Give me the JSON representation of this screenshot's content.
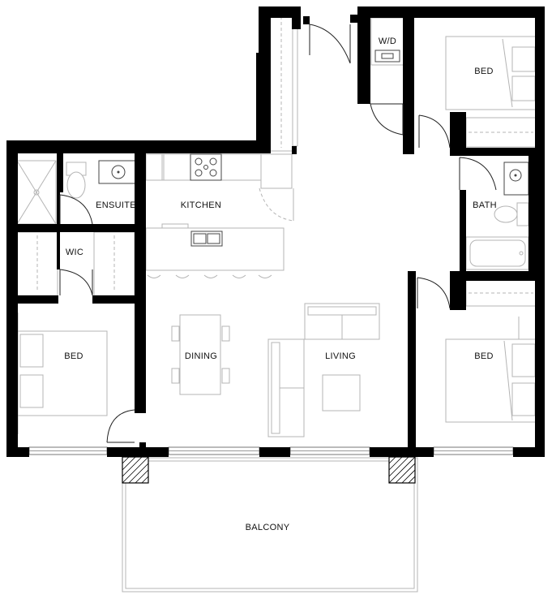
{
  "rooms": {
    "wd": "W/D",
    "bed_top_right": "BED",
    "ensuite": "ENSUITE",
    "kitchen": "KITCHEN",
    "bath": "BATH",
    "wic": "WIC",
    "bed_left": "BED",
    "dining": "DINING",
    "living": "LIVING",
    "bed_bottom_right": "BED",
    "balcony": "BALCONY"
  },
  "colors": {
    "wall": "#000000",
    "fixture": "#b4b4b4",
    "background": "#ffffff"
  }
}
